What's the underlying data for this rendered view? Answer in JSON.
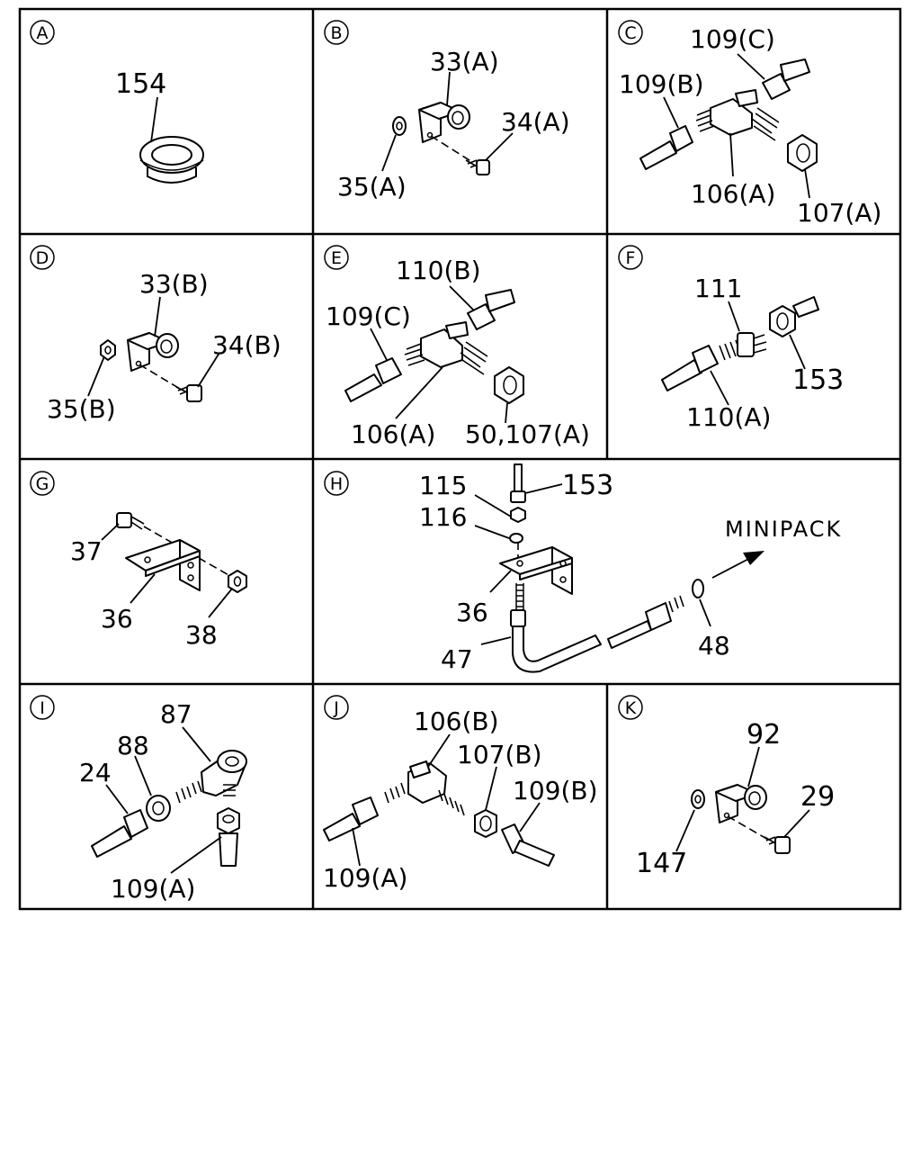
{
  "panels": [
    {
      "letter": "A",
      "labels": [
        "154"
      ]
    },
    {
      "letter": "B",
      "labels": [
        "33(A)",
        "34(A)",
        "35(A)"
      ]
    },
    {
      "letter": "C",
      "labels": [
        "109(C)",
        "109(B)",
        "106(A)",
        "107(A)"
      ]
    },
    {
      "letter": "D",
      "labels": [
        "33(B)",
        "34(B)",
        "35(B)"
      ]
    },
    {
      "letter": "E",
      "labels": [
        "110(B)",
        "109(C)",
        "106(A)",
        "50,107(A)"
      ]
    },
    {
      "letter": "F",
      "labels": [
        "111",
        "153",
        "110(A)"
      ]
    },
    {
      "letter": "G",
      "labels": [
        "37",
        "36",
        "38"
      ]
    },
    {
      "letter": "H",
      "labels": [
        "115",
        "153",
        "116",
        "MINIPACK",
        "36",
        "47",
        "48"
      ]
    },
    {
      "letter": "I",
      "labels": [
        "87",
        "88",
        "24",
        "109(A)"
      ]
    },
    {
      "letter": "J",
      "labels": [
        "106(B)",
        "107(B)",
        "109(B)",
        "109(A)"
      ]
    },
    {
      "letter": "K",
      "labels": [
        "92",
        "29",
        "147"
      ]
    }
  ]
}
